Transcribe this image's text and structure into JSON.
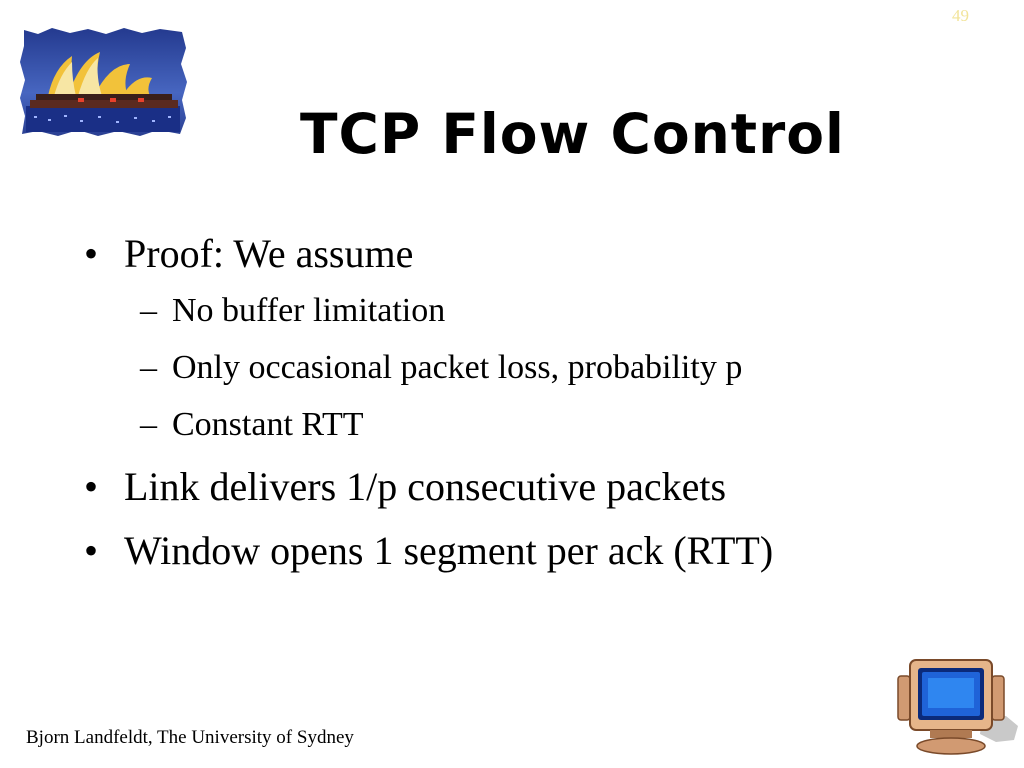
{
  "slide": {
    "number": "49",
    "title": "TCP Flow Control",
    "footer": "Bjorn Landfeldt, The University of Sydney",
    "bullets": [
      {
        "text": "Proof: We assume",
        "subitems": [
          "No buffer limitation",
          "Only occasional packet loss, probability p",
          "Constant RTT"
        ]
      },
      {
        "text": "Link delivers 1/p consecutive packets"
      },
      {
        "text": "Window opens 1 segment per ack (RTT)"
      }
    ],
    "bullet_symbol": "•",
    "sub_symbol": "–"
  },
  "icons": {
    "logo": "sydney-opera-house-icon",
    "corner": "desktop-computer-icon"
  },
  "colors": {
    "slide_number": "#f2e49a",
    "text": "#000000",
    "background": "#ffffff"
  }
}
